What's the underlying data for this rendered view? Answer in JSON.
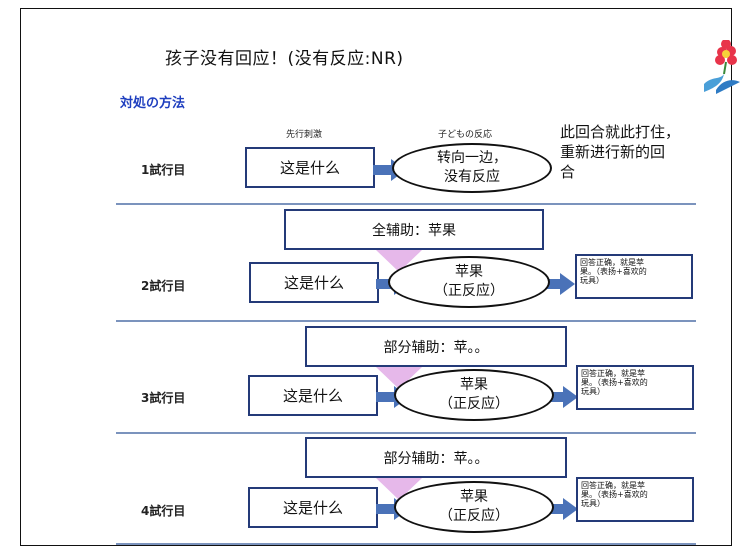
{
  "title": "孩子没有回应！(没有反应:NR)",
  "subtitle": "対処の方法",
  "headers": {
    "antecedent": "先行刺激",
    "response": "子どもの反応"
  },
  "trial1": {
    "label": "1試行目",
    "stimulus": "这是什么",
    "response_lines": [
      "转向一边，",
      "没有反应"
    ],
    "note_lines": [
      "此回合就此打住，",
      "重新进行新的回",
      "合"
    ]
  },
  "trial2": {
    "label": "2試行目",
    "prompt": "全辅助：苹果",
    "stimulus": "这是什么",
    "response_lines": [
      "苹果",
      "（正反应）"
    ],
    "note_lines": [
      "回答正确，就是苹",
      "果。（表扬+喜欢的",
      "玩具）"
    ]
  },
  "trial3": {
    "label": "3試行目",
    "prompt": "部分辅助：苹。。",
    "stimulus": "这是什么",
    "response_lines": [
      "苹果",
      "（正反应）"
    ],
    "note_lines": [
      "回答正确，就是苹",
      "果。（表扬+喜欢的",
      "玩具）"
    ]
  },
  "trial4": {
    "label": "4試行目",
    "prompt": "部分辅助：苹。。",
    "stimulus": "这是什么",
    "response_lines": [
      "苹果",
      "（正反应）"
    ],
    "note_lines": [
      "回答正确，就是苹",
      "果。（表扬+喜欢的",
      "玩具）"
    ]
  },
  "colors": {
    "box_border": "#243a78",
    "arrow": "#4a72b8",
    "separator": "#7b93bd",
    "prompt_triangle": "#e6b8ea",
    "subtitle": "#1f3fbf"
  }
}
